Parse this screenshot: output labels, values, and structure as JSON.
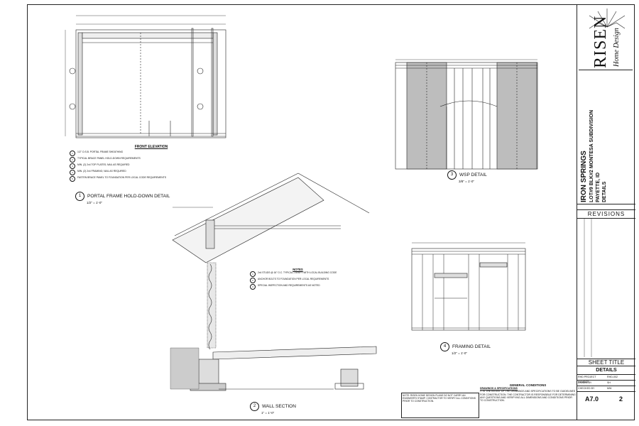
{
  "title_block": {
    "logo_name": "RISEN",
    "logo_sub": "Home Design",
    "project_name": "IRON SPRINGS",
    "project_lot": "LOT#9 BLK#2 MONTESA SUBDIVISION",
    "project_city": "PAYETTE, ID",
    "project_sheet": "DETAILS",
    "revisions_title": "REVISIONS",
    "sheet_title_header": "SHEET TITLE",
    "sheet_title": "DETAILS",
    "rows": [
      {
        "label": "RHD PROJECT NUMBER",
        "value": "RHD-002"
      },
      {
        "label": "DRAWN BY",
        "value": "SH"
      },
      {
        "label": "CHECKED BY",
        "value": "MW"
      }
    ],
    "sheet_number": "A7.0",
    "page_number": "2"
  },
  "details": [
    {
      "num": "1",
      "title": "PORTAL FRAME HOLD-DOWN DETAIL",
      "scale": "1/2\" = 1'-0\""
    },
    {
      "num": "2",
      "title": "WALL SECTION",
      "scale": "1\" = 1'-0\""
    },
    {
      "num": "3",
      "title": "WSP DETAIL",
      "scale": "3/8\" = 1'-0\""
    },
    {
      "num": "4",
      "title": "FRAMING DETAIL",
      "scale": "1/2\" = 1'-0\""
    }
  ],
  "front_elevation": {
    "heading": "FRONT ELEVATION",
    "items": [
      {
        "n": "1",
        "text": "1/2\" O.S.B. PORTAL FRAME SHEATHING"
      },
      {
        "n": "2",
        "text": "TYPICAL BRACE PANEL HOLD-DOWN REQUIREMENTS"
      },
      {
        "n": "3",
        "text": "MIN. (2) 2x4 TOP PLATES; NAIL AS REQUIRED"
      },
      {
        "n": "4",
        "text": "MIN. (2) 2x4 FRAMING; NAIL AS REQUIRED"
      },
      {
        "n": "5",
        "text": "FASTEN BRACE PANEL TO FOUNDATION PER LOCAL CODE REQUIREMENTS"
      }
    ]
  },
  "wall_notes": {
    "heading": "NOTES",
    "items": [
      {
        "n": "1",
        "text": "2x4 STUDS @ 16\" O.C. TYPICAL; VERIFY WITH LOCAL BUILDING CODE"
      },
      {
        "n": "2",
        "text": "ANCHOR BOLTS TO FOUNDATION PER LOCAL REQUIREMENTS"
      },
      {
        "n": "3",
        "text": "SPECIAL INSPECTION AND REQUIREMENTS AS NOTED"
      }
    ]
  },
  "bottom_note": "NOTE: RISEN HOME DESIGN PLANS DO NOT CARRY AN ENGINEER'S STAMP. CONTRACTOR TO VERIFY ALL CONDITIONS PRIOR TO CONSTRUCTION.",
  "general_conditions": {
    "heading": "GENERAL CONDITIONS",
    "subheading": "DRAWINGS & SPECIFICATIONS",
    "text": "IT IS THE INTENT OF THE DRAWINGS AND SPECIFICATIONS TO BE GUIDELINES FOR CONSTRUCTION. THE CONTRACTOR IS RESPONSIBLE FOR DETERMINING ANY QUESTIONS AND VERIFYING ALL DIMENSIONS AND CONDITIONS PRIOR TO CONSTRUCTION."
  }
}
